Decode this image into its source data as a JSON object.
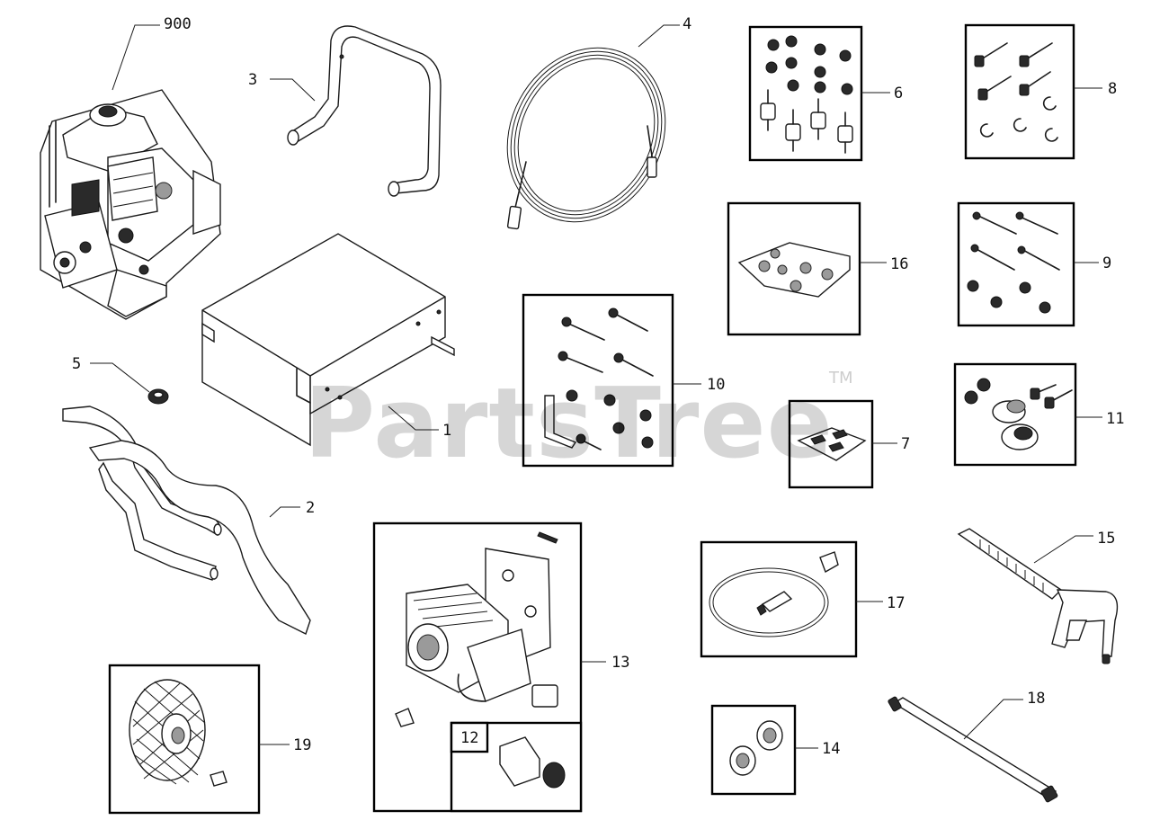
{
  "watermark": {
    "text": "PartsTree",
    "trademark": "TM"
  },
  "callouts": [
    {
      "id": "900",
      "label": "900"
    },
    {
      "id": "1",
      "label": "1"
    },
    {
      "id": "2",
      "label": "2"
    },
    {
      "id": "3",
      "label": "3"
    },
    {
      "id": "4",
      "label": "4"
    },
    {
      "id": "5",
      "label": "5"
    },
    {
      "id": "6",
      "label": "6"
    },
    {
      "id": "7",
      "label": "7"
    },
    {
      "id": "8",
      "label": "8"
    },
    {
      "id": "9",
      "label": "9"
    },
    {
      "id": "10",
      "label": "10"
    },
    {
      "id": "11",
      "label": "11"
    },
    {
      "id": "12",
      "label": "12"
    },
    {
      "id": "13",
      "label": "13"
    },
    {
      "id": "14",
      "label": "14"
    },
    {
      "id": "15",
      "label": "15"
    },
    {
      "id": "16",
      "label": "16"
    },
    {
      "id": "17",
      "label": "17"
    },
    {
      "id": "18",
      "label": "18"
    },
    {
      "id": "19",
      "label": "19"
    }
  ]
}
